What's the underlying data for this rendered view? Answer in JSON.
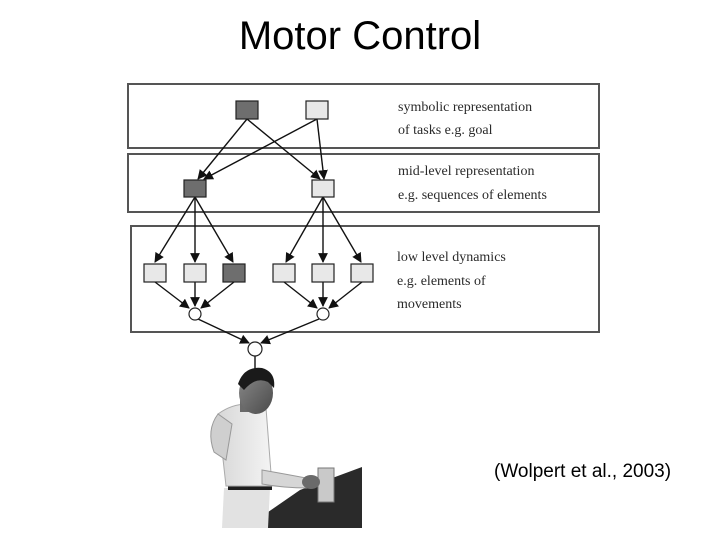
{
  "slide": {
    "title": "Motor Control",
    "citation": "(Wolpert et al., 2003)"
  },
  "diagram": {
    "levels": [
      {
        "line1": "symbolic representation",
        "line2": "of tasks e.g. goal"
      },
      {
        "line1": "mid-level representation",
        "line2": "e.g. sequences of elements"
      },
      {
        "line1": "low level dynamics",
        "line2": "e.g. elements of",
        "line3": "movements"
      }
    ]
  },
  "colors": {
    "node_dark": "#6e6e6e",
    "node_light": "#e8e8e8",
    "panel_border": "#555555"
  }
}
